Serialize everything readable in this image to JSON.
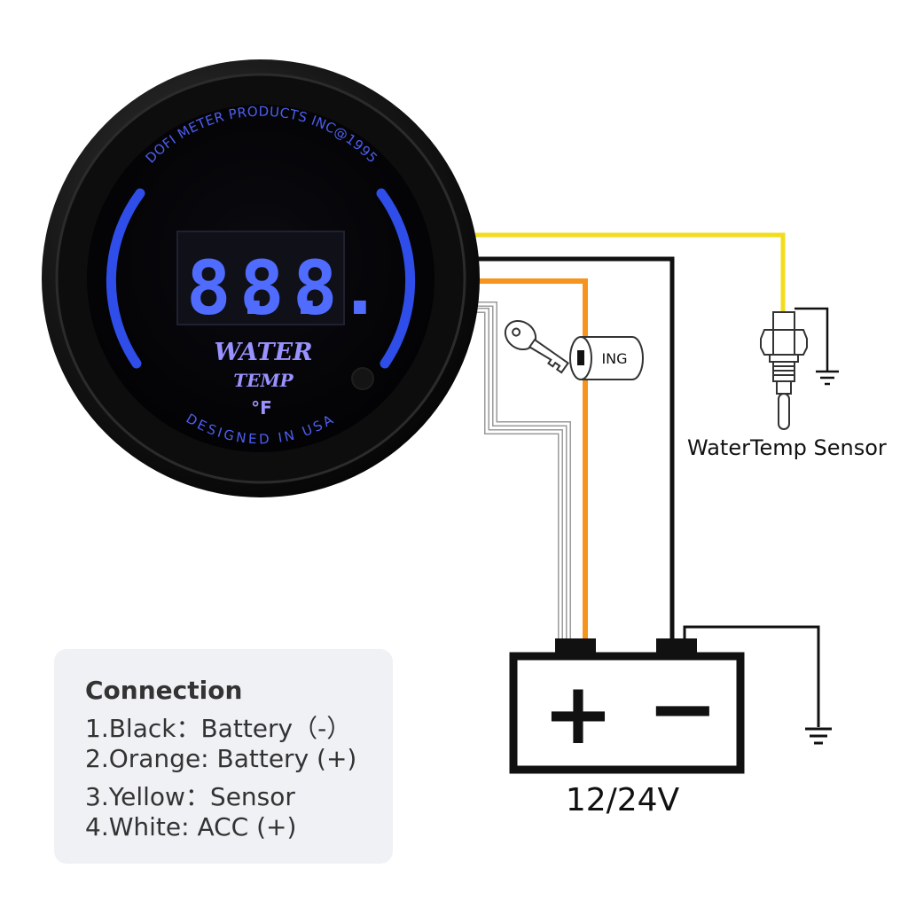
{
  "gauge": {
    "brand_text": "DOFI METER PRODUCTS INC@1995",
    "bottom_text": "DESIGNED IN USA",
    "display_digits": [
      "8.",
      "8.",
      "8."
    ],
    "label_water": "WATER",
    "label_temp": "TEMP",
    "unit": "°F"
  },
  "ignition": {
    "label": "ING"
  },
  "sensor": {
    "label": "WaterTemp Sensor"
  },
  "battery": {
    "plus_symbol": "+",
    "minus_symbol": "−",
    "voltage": "12/24V"
  },
  "connection": {
    "title": "Connection",
    "lines": [
      "1.Black：Battery（-）",
      "2.Orange: Battery (+)",
      "3.Yellow：Sensor",
      "4.White: ACC (+)"
    ]
  },
  "colors": {
    "yellow_wire": "#f2dc1c",
    "orange_wire": "#f7941e",
    "black_wire": "#111111",
    "white_wire": "#ffffff",
    "display_blue": "#4f6cff",
    "label_purple": "#9a92ff",
    "arc_blue": "#2f4de8"
  }
}
